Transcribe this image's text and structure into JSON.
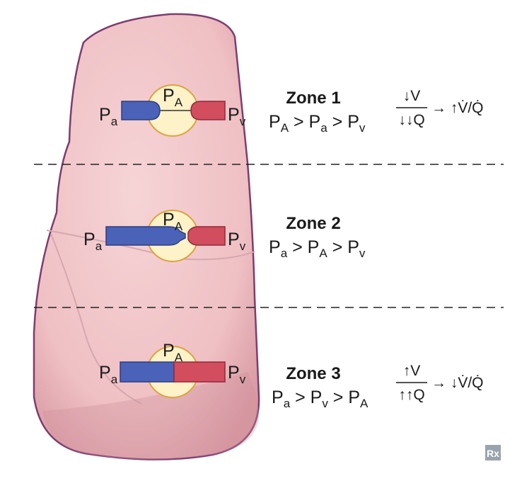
{
  "colors": {
    "lung_fill": "#f2c6c9",
    "lung_outline": "#7d3d6e",
    "alveolus_fill": "#fdf2c8",
    "alveolus_stroke": "#d9a441",
    "arterial": "#4a62b8",
    "venous": "#d24d5e"
  },
  "labels": {
    "P": "P",
    "a": "a",
    "A": "A",
    "v": "v"
  },
  "zones": [
    {
      "name": "Zone 1",
      "relation_parts": [
        "P",
        "A",
        " > ",
        "P",
        "a",
        " > ",
        "P",
        "v"
      ],
      "ratio": {
        "top": "↓V",
        "bottom": "↓↓Q",
        "result": "→ ↑V̇/Q̇"
      }
    },
    {
      "name": "Zone 2",
      "relation_parts": [
        "P",
        "a",
        " > ",
        "P",
        "A",
        " > ",
        "P",
        "v"
      ]
    },
    {
      "name": "Zone 3",
      "relation_parts": [
        "P",
        "a",
        " > ",
        "P",
        "v",
        " > ",
        "P",
        "A"
      ],
      "ratio": {
        "top": "↑V",
        "bottom": "↑↑Q",
        "result": "→ ↓V̇/Q̇"
      }
    }
  ],
  "logo": "Rx"
}
